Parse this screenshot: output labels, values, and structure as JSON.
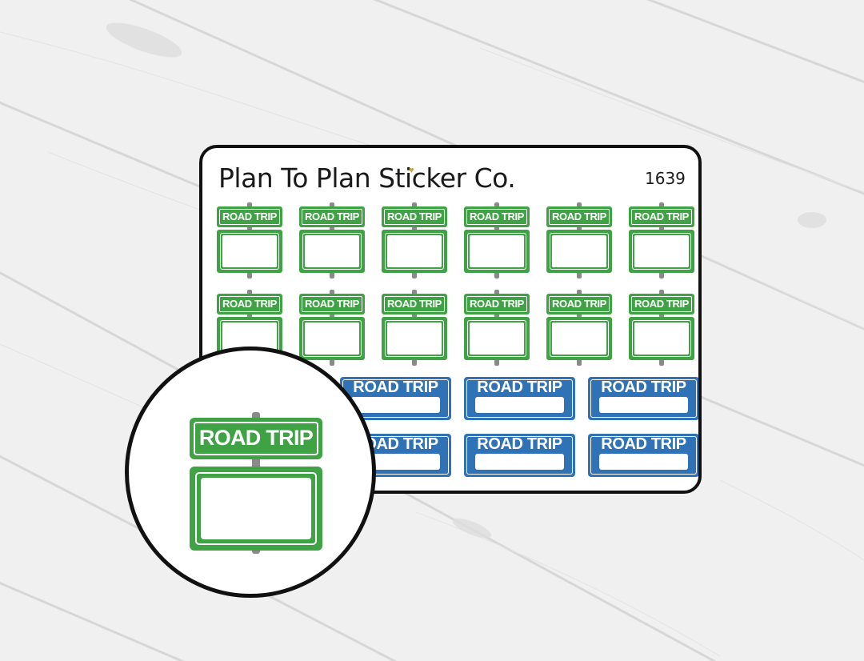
{
  "brand": "Plan To Plan Sticker Co.",
  "product_code": "1639",
  "sticker_text": "ROAD TRIP",
  "colors": {
    "green": "#3fa345",
    "blue": "#2f72b6",
    "post": "#8a8a8a",
    "sheet_border": "#111111",
    "heart": "#c9a23a"
  },
  "icons": [
    "heart-icon",
    "road-sign-sticker",
    "wood-plank-background"
  ]
}
